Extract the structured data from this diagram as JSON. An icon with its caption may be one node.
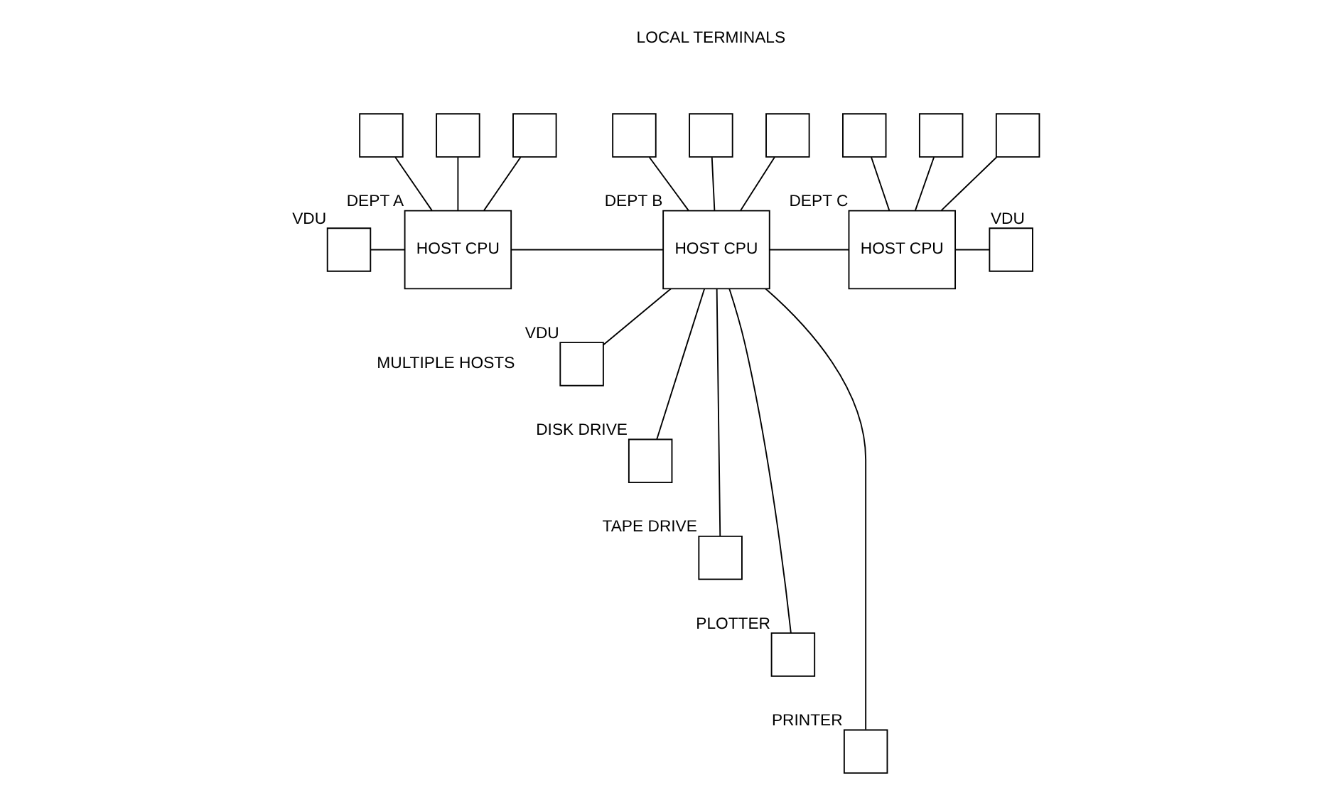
{
  "diagram": {
    "nodes": [
      {
        "text": [],
        "shape": "box"
      },
      {
        "text": [],
        "shape": "box"
      },
      {
        "text": [],
        "shape": "box"
      },
      {
        "text": [],
        "shape": "box"
      },
      {
        "text": [],
        "shape": "box"
      },
      {
        "text": [],
        "shape": "box"
      },
      {
        "text": [],
        "shape": "box"
      },
      {
        "text": [],
        "shape": "box"
      },
      {
        "text": [],
        "shape": "box"
      },
      {
        "text": [
          "HOST CPU"
        ],
        "beside": [
          "DEPT A"
        ]
      },
      {
        "text": [
          "HOST CPU"
        ],
        "beside": [
          "DEPT B"
        ]
      },
      {
        "text": [
          "HOST CPU"
        ],
        "beside": [
          "DEPT C"
        ]
      },
      {
        "text": [],
        "shape": "box",
        "beside": [
          "VDU"
        ]
      },
      {
        "text": [],
        "shape": "box",
        "beside": [
          "VDU"
        ]
      },
      {
        "text": [],
        "shape": "box",
        "beside": [
          "VDU"
        ]
      },
      {
        "text": [],
        "shape": "box",
        "beside": [
          "DISK DRIVE"
        ]
      },
      {
        "text": [],
        "shape": "box",
        "beside": [
          "TAPE DRIVE"
        ]
      },
      {
        "text": [],
        "shape": "box",
        "beside": [
          "PLOTTER"
        ]
      },
      {
        "text": [],
        "shape": "box",
        "beside": [
          "PRINTER"
        ]
      }
    ],
    "edges": [
      {
        "from": 0,
        "to": 9,
        "arrow": "none"
      },
      {
        "from": 1,
        "to": 9,
        "arrow": "none"
      },
      {
        "from": 2,
        "to": 9,
        "arrow": "none"
      },
      {
        "from": 3,
        "to": 10,
        "arrow": "none"
      },
      {
        "from": 4,
        "to": 10,
        "arrow": "none"
      },
      {
        "from": 5,
        "to": 10,
        "arrow": "none"
      },
      {
        "from": 6,
        "to": 11,
        "arrow": "none"
      },
      {
        "from": 7,
        "to": 11,
        "arrow": "none"
      },
      {
        "from": 8,
        "to": 11,
        "arrow": "none"
      },
      {
        "from": 12,
        "to": 9,
        "arrow": "none"
      },
      {
        "from": 9,
        "to": 10,
        "arrow": "none"
      },
      {
        "from": 10,
        "to": 11,
        "arrow": "none"
      },
      {
        "from": 11,
        "to": 14,
        "arrow": "none"
      },
      {
        "from": 10,
        "to": 13,
        "arrow": "none"
      },
      {
        "from": 10,
        "to": 15,
        "arrow": "none"
      },
      {
        "from": 10,
        "to": 16,
        "arrow": "none"
      },
      {
        "from": 10,
        "to": 17,
        "arrow": "none"
      },
      {
        "from": 10,
        "to": 18,
        "arrow": "none"
      }
    ],
    "labels": [
      "LOCAL TERMINALS",
      "MULTIPLE HOSTS"
    ]
  }
}
